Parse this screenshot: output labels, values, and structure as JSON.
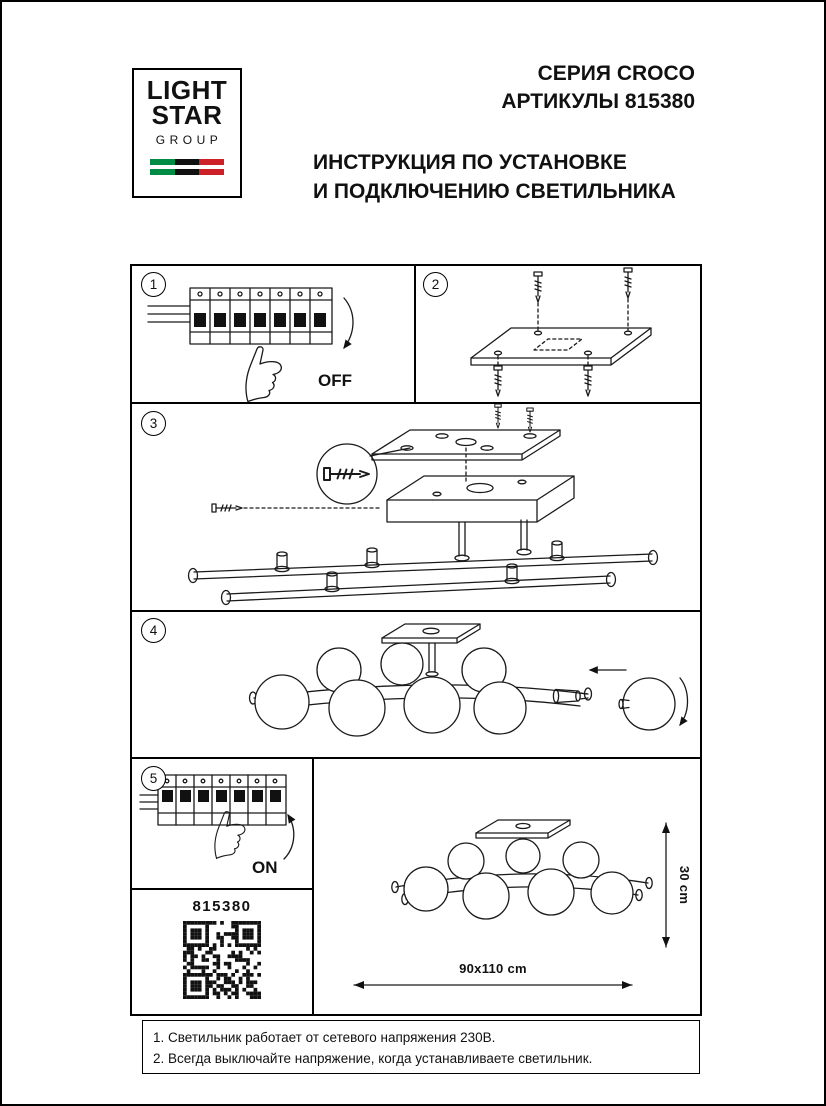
{
  "logo": {
    "line1": "LIGHT",
    "line2": "STAR",
    "line3": "GROUP"
  },
  "header": {
    "series": "СЕРИЯ CROCO",
    "article": "АРТИКУЛЫ 815380",
    "title_line1": "ИНСТРУКЦИЯ ПО УСТАНОВКЕ",
    "title_line2": "И ПОДКЛЮЧЕНИЮ СВЕТИЛЬНИКА"
  },
  "steps": [
    {
      "number": "1",
      "label": "OFF"
    },
    {
      "number": "2",
      "label": ""
    },
    {
      "number": "3",
      "label": ""
    },
    {
      "number": "4",
      "label": ""
    },
    {
      "number": "5",
      "label": "ON"
    }
  ],
  "product": {
    "article_number": "815380",
    "width_label": "90x110 cm",
    "height_label": "30 cm"
  },
  "notes": [
    "1. Светильник работает от сетевого напряжения 230В.",
    "2. Всегда выключайте напряжение, когда устанавливаете светильник."
  ],
  "colors": {
    "ink": "#111111",
    "flag_green": "#008c45",
    "flag_black": "#111111",
    "flag_red": "#cd212a"
  }
}
